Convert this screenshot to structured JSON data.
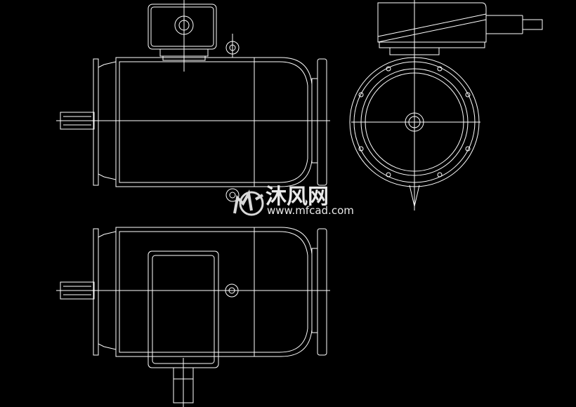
{
  "drawing": {
    "background": "#000000",
    "line_color": "#ffffff",
    "views": [
      "front-view",
      "side-view",
      "top-view"
    ]
  },
  "watermark": {
    "title": "沐风网",
    "url": "www.mfcad.com",
    "color": "#e9e9e9"
  }
}
